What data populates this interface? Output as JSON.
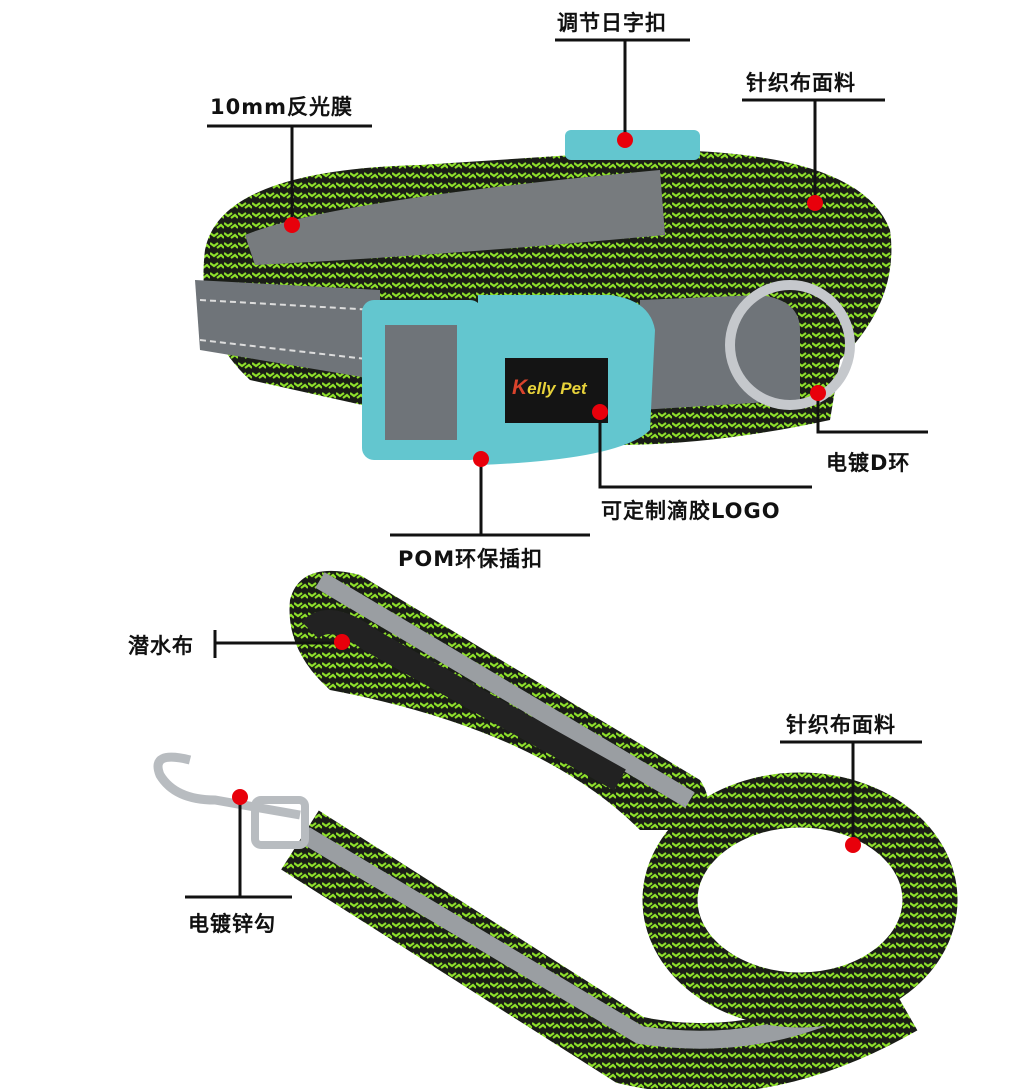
{
  "labels": {
    "adjuster": "调节日字扣",
    "reflective": "10mm反光膜",
    "knit_collar": "针织布面料",
    "d_ring": "电镀D环",
    "logo": "可定制滴胶LOGO",
    "buckle": "POM环保插扣",
    "neoprene": "潜水布",
    "knit_leash": "针织布面料",
    "hook": "电镀锌勾"
  },
  "brand": {
    "k": "K",
    "rest": "elly Pet"
  },
  "colors": {
    "dot": "#e8000b",
    "line": "#111111",
    "buckle": "#63c6cf",
    "webbing": "#8ee02a",
    "reflective": "#6f7479"
  }
}
